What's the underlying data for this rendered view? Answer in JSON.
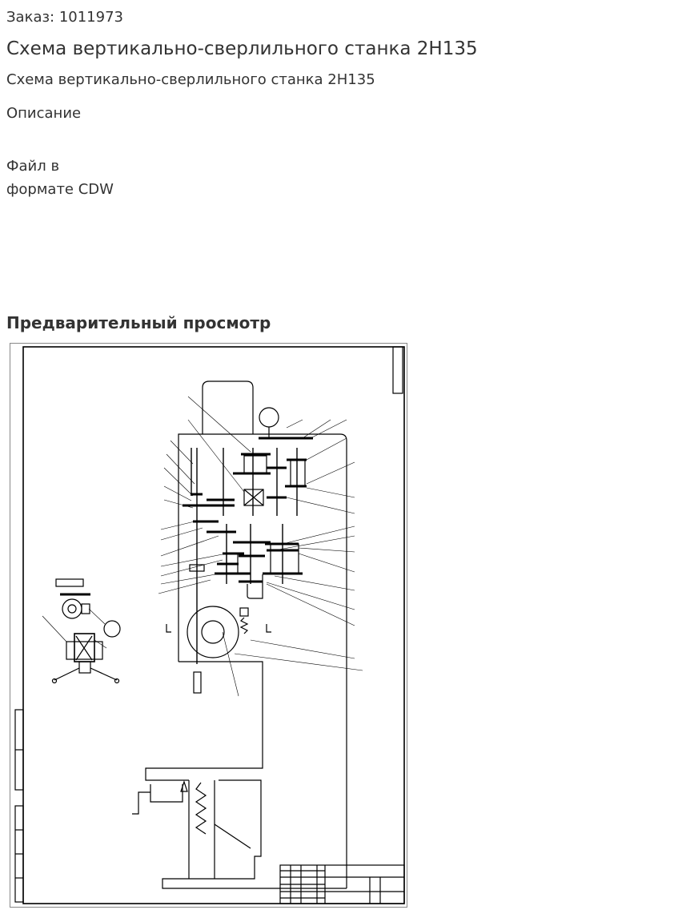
{
  "order": "Заказ: 1011973",
  "title": "Схема вертикально-сверлильного станка 2Н135",
  "subtitle": "Схема вертикально-сверлильного станка 2Н135",
  "description": {
    "heading": "Описание",
    "text": "Файл в\nформате CDW"
  },
  "preview": {
    "heading": "Предварительный просмотр"
  }
}
